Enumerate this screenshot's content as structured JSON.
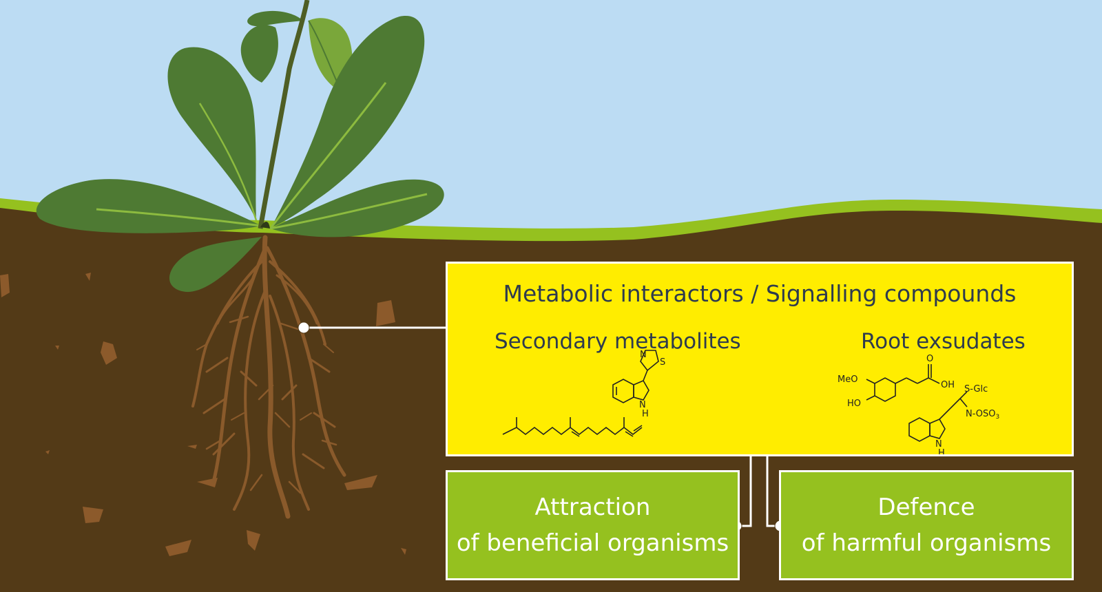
{
  "diagram": {
    "main_box": {
      "title": "Metabolic interactors / Signalling compounds",
      "left_heading": "Secondary metabolites",
      "right_heading": "Root exsudates"
    },
    "molecule_labels": {
      "thiazole_n": "N",
      "thiazole_s": "S",
      "indole_nh_n": "N",
      "indole_nh_h": "H",
      "meo": "MeO",
      "ho": "HO",
      "oh": "OH",
      "carbonyl_o": "O",
      "s_glc": "S-Glc",
      "n_oso3": "N-OSO",
      "n_oso3_sub": "3",
      "gluc_indole_n": "N",
      "gluc_indole_h": "H"
    },
    "outcome_left": {
      "line1": "Attraction",
      "line2": "of beneficial organisms"
    },
    "outcome_right": {
      "line1": "Defence",
      "line2": "of harmful organisms"
    },
    "colors": {
      "sky": "#bcdcf3",
      "grass": "#95c11f",
      "soil": "#533a17",
      "main_box": "#ffed00",
      "outcome_box": "#95c11f",
      "leaf": "#4e7a33",
      "root": "#8a5a2b"
    }
  }
}
